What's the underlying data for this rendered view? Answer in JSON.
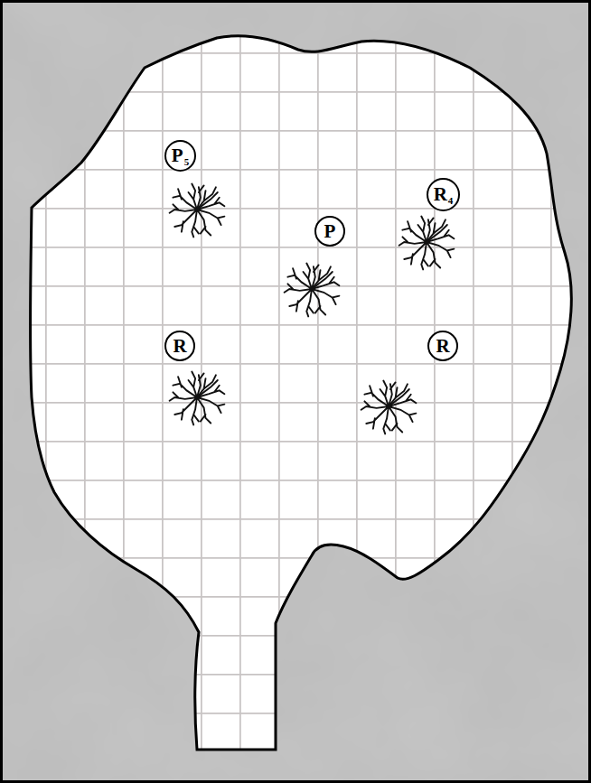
{
  "diagram": {
    "nodes": [
      {
        "text": [
          "P",
          "5"
        ]
      },
      {
        "text": [
          "R",
          "4"
        ]
      },
      {
        "text": [
          "P"
        ]
      },
      {
        "text": [
          "R"
        ]
      },
      {
        "text": [
          "R"
        ]
      }
    ]
  }
}
